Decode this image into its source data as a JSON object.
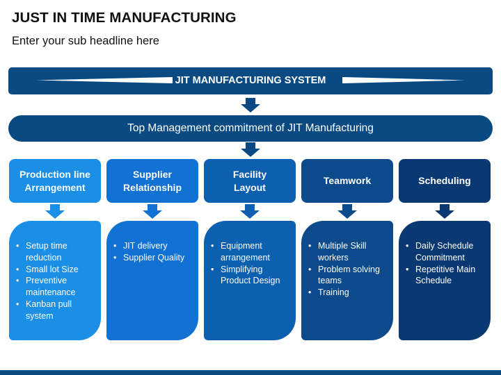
{
  "header": {
    "title": "JUST IN TIME MANUFACTURING",
    "subtitle": "Enter your sub headline here"
  },
  "system": {
    "label": "JIT MANUFACTURING SYSTEM"
  },
  "management": {
    "label": "Top Management commitment of JIT Manufacturing"
  },
  "pillars": [
    {
      "title": "Production line Arrangement",
      "title_lines": [
        "Production line",
        "Arrangement"
      ],
      "head_color": "#1b8ee6",
      "body_color": "#1b8ee6",
      "items": [
        "Setup time reduction",
        "Small lot Size",
        "Preventive maintenance",
        "Kanban pull system"
      ]
    },
    {
      "title": "Supplier Relationship",
      "title_lines": [
        "Supplier",
        "Relationship"
      ],
      "head_color": "#1172d3",
      "body_color": "#1172d3",
      "items": [
        "JIT delivery",
        "Supplier Quality"
      ]
    },
    {
      "title": "Facility Layout",
      "title_lines": [
        "Facility",
        "Layout"
      ],
      "head_color": "#0d5fb0",
      "body_color": "#0d5fb0",
      "items": [
        "Equipment arrangement",
        "Simplifying Product Design"
      ]
    },
    {
      "title": "Teamwork",
      "title_lines": [
        "Teamwork"
      ],
      "head_color": "#0c4a8c",
      "body_color": "#0c4a8c",
      "items": [
        "Multiple Skill workers",
        "Problem solving teams",
        "Training"
      ]
    },
    {
      "title": "Scheduling",
      "title_lines": [
        "Scheduling"
      ],
      "head_color": "#0a3872",
      "body_color": "#0a3872",
      "items": [
        "Daily Schedule Commitment",
        "Repetitive Main Schedule"
      ]
    }
  ],
  "colors": {
    "primary": "#0a4a82",
    "arrow": "#0a4a82",
    "text": "#111111"
  }
}
